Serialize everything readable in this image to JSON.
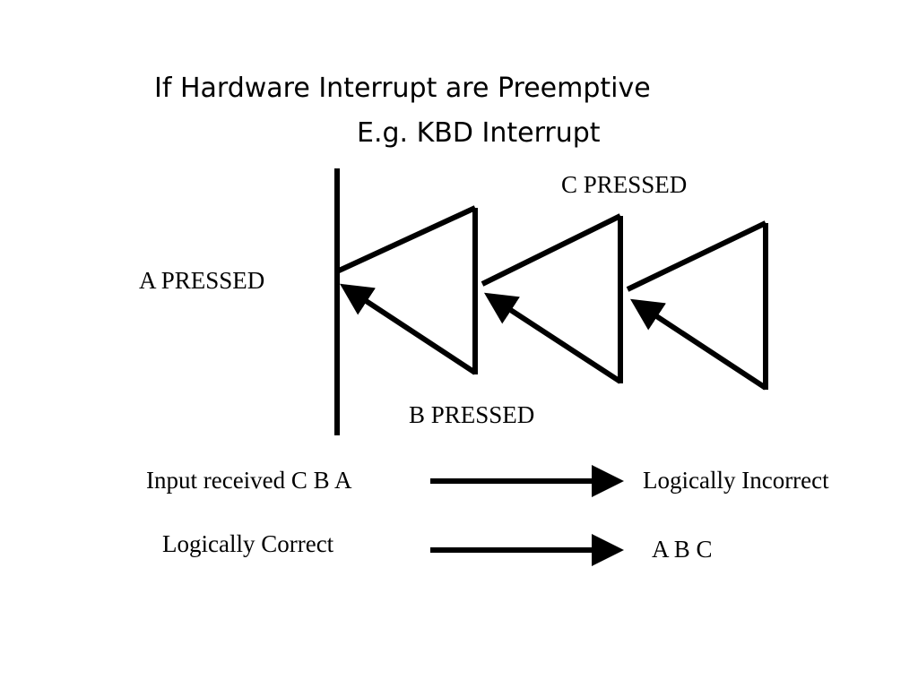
{
  "slide": {
    "title_line1": "If Hardware Interrupt are Preemptive",
    "title_line2": "E.g. KBD Interrupt"
  },
  "diagram": {
    "label_c": "C PRESSED",
    "label_a": "A PRESSED",
    "label_b": "B PRESSED",
    "input_received": "Input received  C B A",
    "logically_incorrect": "Logically Incorrect",
    "logically_correct": "Logically Correct",
    "correct_order": "A B C",
    "line_color": "#000000"
  }
}
